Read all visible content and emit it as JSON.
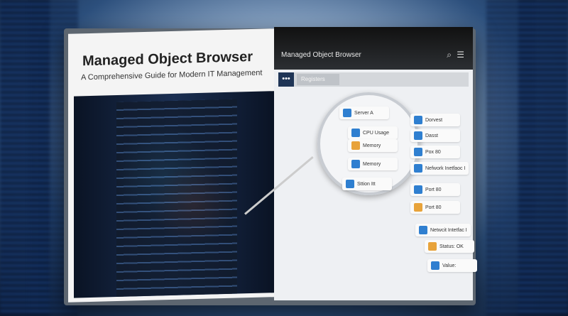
{
  "book": {
    "title": "Managed Object Browser",
    "subtitle": "A Comprehensive Guide for Modern IT Management"
  },
  "app": {
    "title": "Managed Object Browser",
    "search_icon": "search-icon",
    "menu_icon": "hamburger-menu-icon",
    "more_label": "•••",
    "tab_label": "Registers"
  },
  "nodes": [
    {
      "label": "Server A",
      "color": "#2f7fd0"
    },
    {
      "label": "CPU Usage",
      "color": "#2f7fd0"
    },
    {
      "label": "Memory",
      "color": "#e8a33a"
    },
    {
      "label": "Memory",
      "color": "#2f7fd0"
    },
    {
      "label": "Sttion Itt",
      "color": "#2f7fd0"
    },
    {
      "label": "Dorvest",
      "color": "#2f7fd0"
    },
    {
      "label": "Dasst",
      "color": "#2f7fd0"
    },
    {
      "label": "Pox 80",
      "color": "#2f7fd0"
    },
    {
      "label": "Nefwork Inetfaoc I",
      "color": "#2f7fd0"
    },
    {
      "label": "Port 80",
      "color": "#2f7fd0"
    },
    {
      "label": "Port 80",
      "color": "#e8a33a"
    },
    {
      "label": "Netwcit Intetfac I",
      "color": "#2f7fd0"
    },
    {
      "label": "Status: OK",
      "color": "#e8a33a"
    },
    {
      "label": "Value:",
      "color": "#2f7fd0"
    }
  ]
}
